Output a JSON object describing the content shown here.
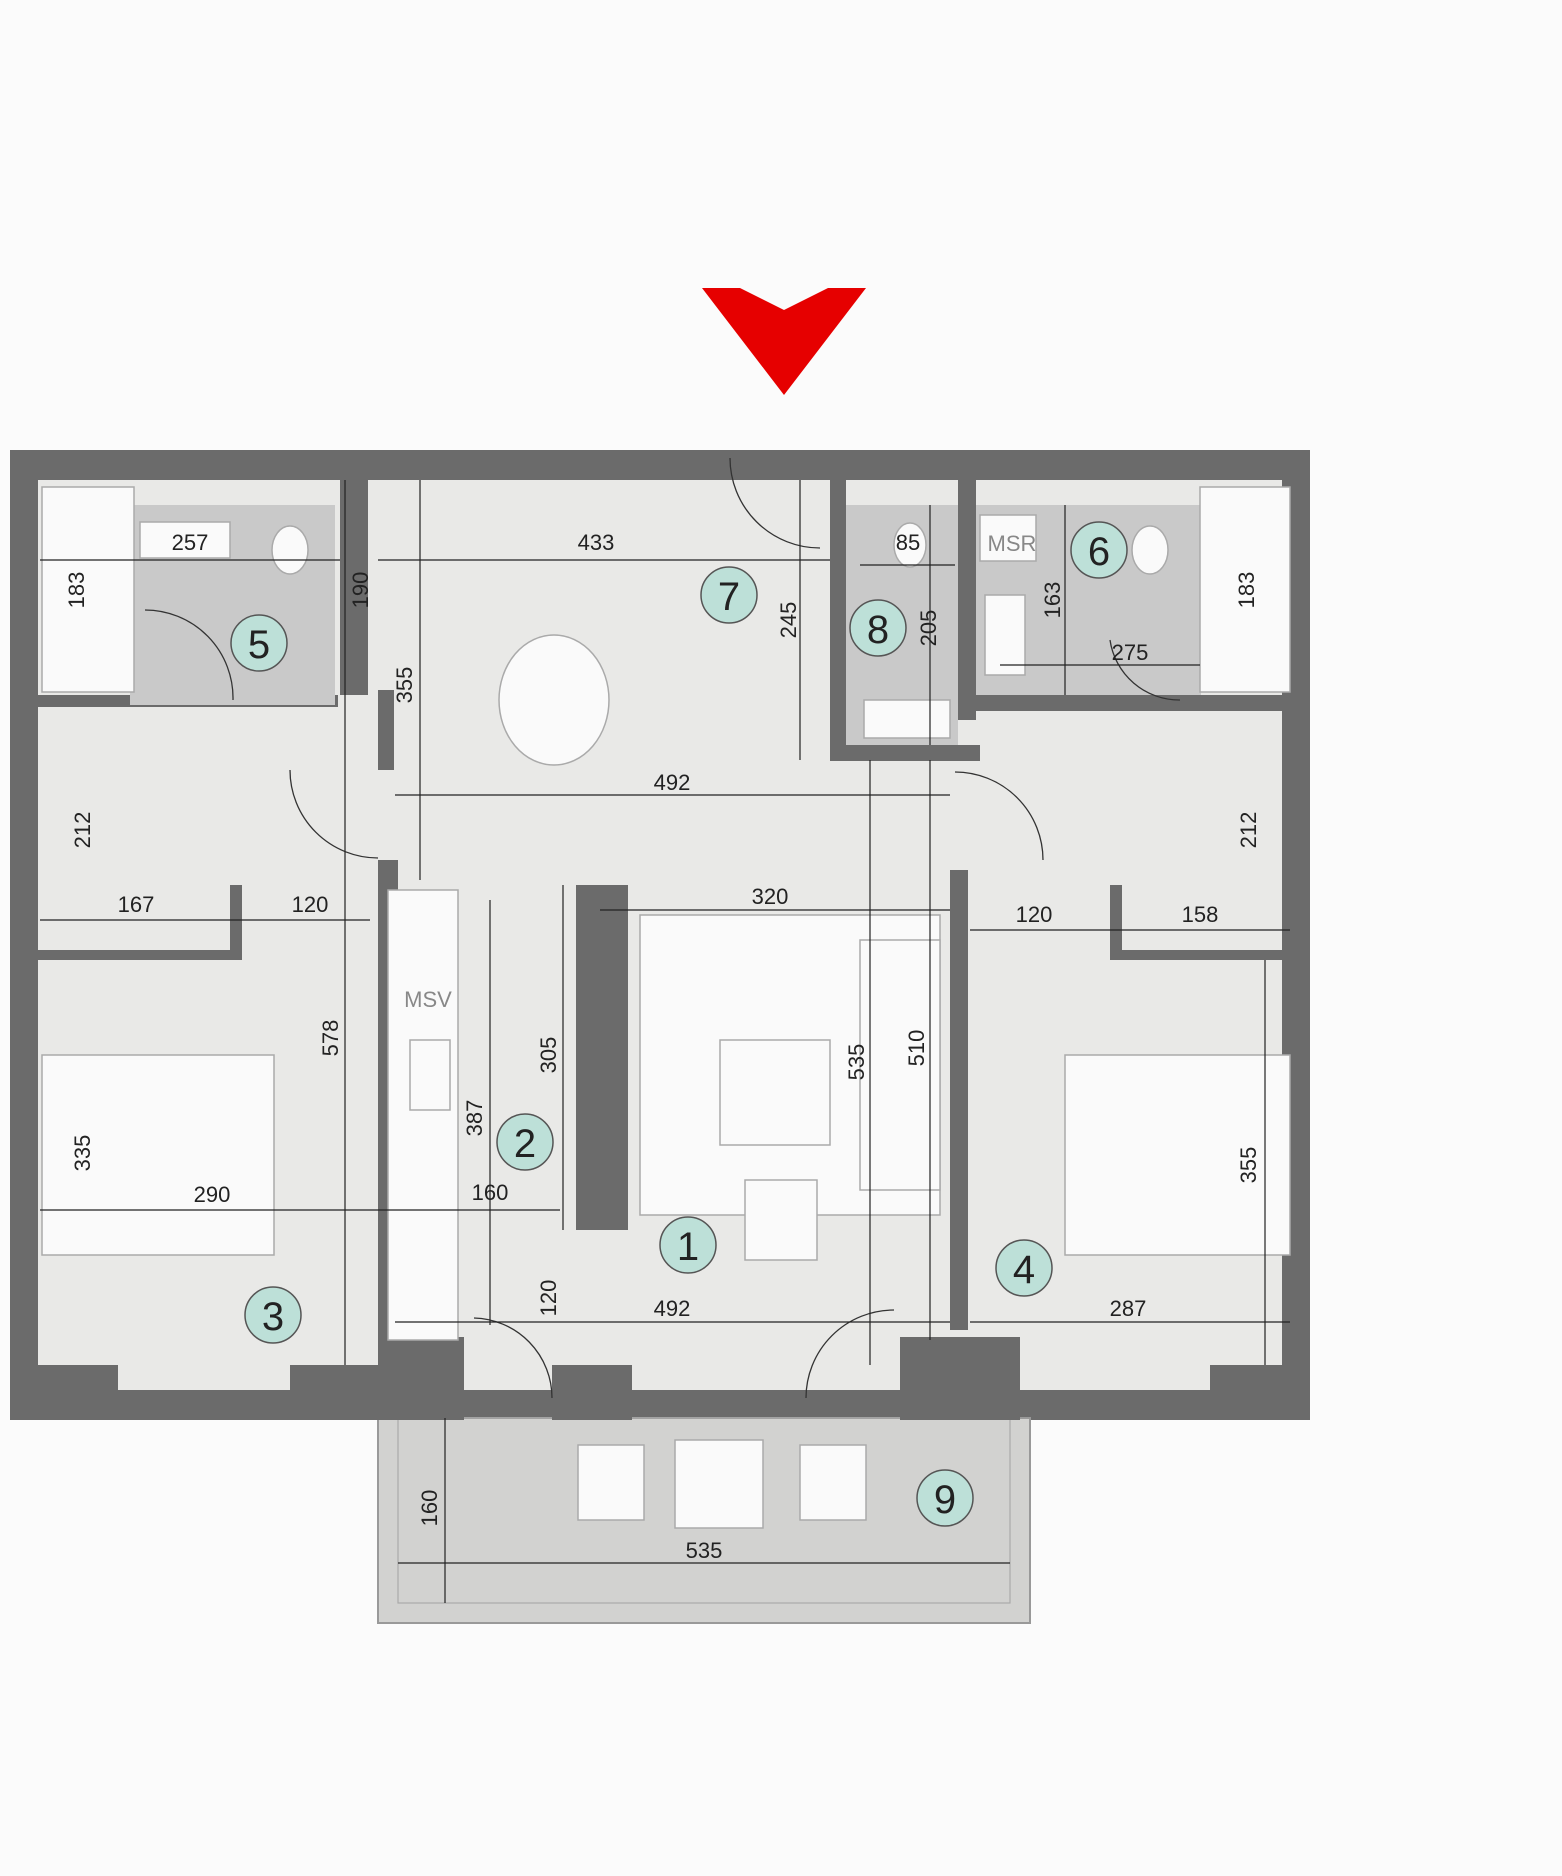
{
  "colors": {
    "wall": "#6b6b6b",
    "floor": "#e9e9e7",
    "bath_floor": "#c9c9c9",
    "balcony": "#d2d2d0",
    "room_marker": "#bde0d8",
    "entrance_arrow": "#e60000"
  },
  "room_numbers": [
    "1",
    "2",
    "3",
    "4",
    "5",
    "6",
    "7",
    "8",
    "9"
  ],
  "fixture_labels": {
    "msv": "MSV",
    "msr": "MSR"
  },
  "dimensions": {
    "bath5_width": "257",
    "bath5_tub": "183",
    "corr_190": "190",
    "hall_width": "433",
    "hall_245": "245",
    "wc_width": "85",
    "wc_height": "205",
    "msr_163": "163",
    "bath6_width": "275",
    "bath6_tub": "183",
    "dining_355": "355",
    "corridor_width": "492",
    "ward3_depth": "212",
    "ward3_width": "167",
    "room3_120": "120",
    "living_width": "320",
    "room4_120": "120",
    "ward4_width": "158",
    "ward4_depth": "212",
    "room3_height": "578",
    "kitchen_305": "305",
    "living_535": "535",
    "living_510": "510",
    "room3_335": "335",
    "kitchen_387": "387",
    "room4_355": "355",
    "room3_width": "290",
    "kitchen_160": "160",
    "living_120": "120",
    "bottom_width": "492",
    "room4_width": "287",
    "balcony_depth": "160",
    "balcony_width": "535"
  }
}
